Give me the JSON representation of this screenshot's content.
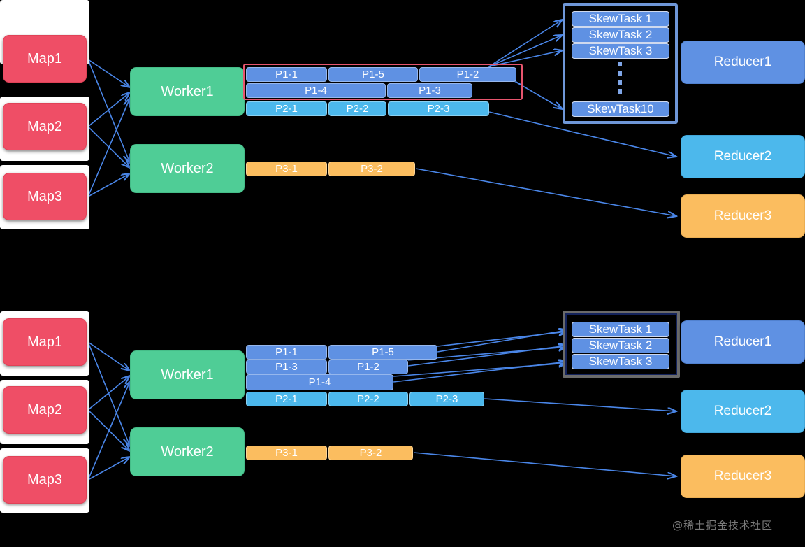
{
  "diagram": {
    "title": "MapReduce skew-task splitting diagram",
    "watermark": "@稀土掘金技术社区",
    "colors": {
      "map": "#ef4e66",
      "worker": "#4fcd96",
      "p1": "#5f91e3",
      "p2": "#4cb8ec",
      "p3": "#fbbd5f",
      "reducer1": "#5f91e3",
      "reducer2": "#4cb8ec",
      "reducer3": "#fbbd5f",
      "p1_frame": "#e8556e",
      "skew_frame_top": "#6f97d8",
      "skew_frame_bottom": "#6a6a6a",
      "arrow": "#4a86e8"
    }
  },
  "top": {
    "maps": [
      {
        "label": "Map1"
      },
      {
        "label": "Map2"
      },
      {
        "label": "Map3"
      }
    ],
    "workers": [
      {
        "label": "Worker1"
      },
      {
        "label": "Worker2"
      }
    ],
    "worker1_rows": [
      {
        "group": "P1",
        "chips": [
          {
            "label": "P1-1"
          },
          {
            "label": "P1-5"
          },
          {
            "label": "P1-2"
          }
        ]
      },
      {
        "group": "P1",
        "chips": [
          {
            "label": "P1-4"
          },
          {
            "label": "P1-3"
          }
        ]
      },
      {
        "group": "P2",
        "chips": [
          {
            "label": "P2-1"
          },
          {
            "label": "P2-2"
          },
          {
            "label": "P2-3"
          }
        ]
      }
    ],
    "worker2_rows": [
      {
        "group": "P3",
        "chips": [
          {
            "label": "P3-1"
          },
          {
            "label": "P3-2"
          }
        ]
      }
    ],
    "skew_tasks": [
      {
        "label": "SkewTask 1"
      },
      {
        "label": "SkewTask 2"
      },
      {
        "label": "SkewTask 3"
      },
      {
        "label": "SkewTask10"
      }
    ],
    "reducers": [
      {
        "label": "Reducer1"
      },
      {
        "label": "Reducer2"
      },
      {
        "label": "Reducer3"
      }
    ]
  },
  "bottom": {
    "maps": [
      {
        "label": "Map1"
      },
      {
        "label": "Map2"
      },
      {
        "label": "Map3"
      }
    ],
    "workers": [
      {
        "label": "Worker1"
      },
      {
        "label": "Worker2"
      }
    ],
    "worker1_rows": [
      {
        "group": "P1",
        "chips": [
          {
            "label": "P1-1"
          },
          {
            "label": "P1-5"
          }
        ]
      },
      {
        "group": "P1",
        "chips": [
          {
            "label": "P1-3"
          },
          {
            "label": "P1-2"
          }
        ]
      },
      {
        "group": "P1",
        "chips": [
          {
            "label": "P1-4"
          }
        ]
      },
      {
        "group": "P2",
        "chips": [
          {
            "label": "P2-1"
          },
          {
            "label": "P2-2"
          },
          {
            "label": "P2-3"
          }
        ]
      }
    ],
    "worker2_rows": [
      {
        "group": "P3",
        "chips": [
          {
            "label": "P3-1"
          },
          {
            "label": "P3-2"
          }
        ]
      }
    ],
    "skew_tasks": [
      {
        "label": "SkewTask 1"
      },
      {
        "label": "SkewTask 2"
      },
      {
        "label": "SkewTask 3"
      }
    ],
    "reducers": [
      {
        "label": "Reducer1"
      },
      {
        "label": "Reducer2"
      },
      {
        "label": "Reducer3"
      }
    ]
  }
}
